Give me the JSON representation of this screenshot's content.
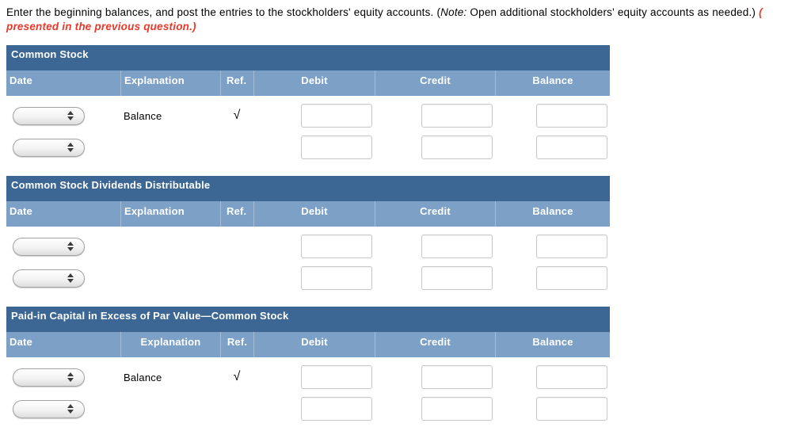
{
  "instruction": {
    "text_before_note": "Enter the beginning balances, and post the entries to the stockholders' equity accounts. (",
    "note_word": "Note:",
    "text_after_note": " Open additional stockholders' equity accounts as needed.) ",
    "red_fragment": "(",
    "red_line": "presented in the previous question.)"
  },
  "columns": [
    "Date",
    "Explanation",
    "Ref.",
    "Debit",
    "Credit",
    "Balance"
  ],
  "tables": [
    {
      "title": "Common Stock",
      "rows": [
        {
          "date": "",
          "explanation": "Balance",
          "ref": "√",
          "debit": "",
          "credit": "",
          "balance": ""
        },
        {
          "date": "",
          "explanation": "",
          "ref": "",
          "debit": "",
          "credit": "",
          "balance": ""
        }
      ]
    },
    {
      "title": "Common Stock Dividends Distributable",
      "rows": [
        {
          "date": "",
          "explanation": "",
          "ref": "",
          "debit": "",
          "credit": "",
          "balance": ""
        },
        {
          "date": "",
          "explanation": "",
          "ref": "",
          "debit": "",
          "credit": "",
          "balance": ""
        }
      ]
    },
    {
      "title": "Paid-in Capital in Excess of Par Value—Common Stock",
      "rows": [
        {
          "date": "",
          "explanation": "Balance",
          "ref": "√",
          "debit": "",
          "credit": "",
          "balance": ""
        },
        {
          "date": "",
          "explanation": "",
          "ref": "",
          "debit": "",
          "credit": "",
          "balance": ""
        }
      ]
    }
  ],
  "colors": {
    "title_bar": "#3c6795",
    "column_bar": "#7ca0c6",
    "red_text": "#e8392a"
  }
}
